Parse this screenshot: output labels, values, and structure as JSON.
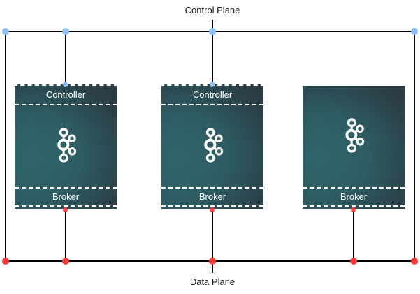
{
  "diagram": {
    "title": "kafka-kraft-control-data-plane",
    "control_plane": {
      "label": "Control Plane"
    },
    "data_plane": {
      "label": "Data Plane"
    },
    "nodes": [
      {
        "controller": "Controller",
        "broker": "Broker",
        "has_controller": true
      },
      {
        "controller": "Controller",
        "broker": "Broker",
        "has_controller": true
      },
      {
        "broker": "Broker",
        "has_controller": false
      }
    ],
    "icon": "kafka-logo",
    "colors": {
      "control_plane_dot": "#8EBEF2",
      "data_plane_dot": "#FA3B3B",
      "node_gradient_teal": "#2F666B",
      "node_gradient_dark": "#2B353B",
      "node_border": "#FFFFFF",
      "connector_line": "#000000",
      "label_text": "#1A1A1A"
    }
  }
}
